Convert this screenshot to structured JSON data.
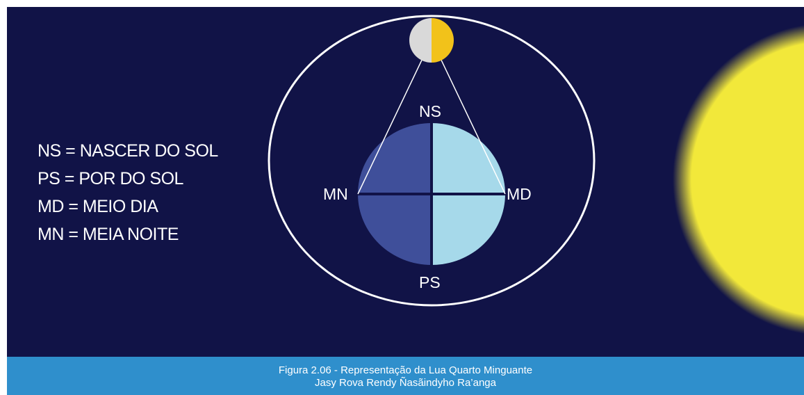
{
  "legend": {
    "items": [
      "NS = NASCER DO SOL",
      "PS = POR DO SOL",
      "MD = MEIO DIA",
      "MN = MEIA NOITE"
    ]
  },
  "diagram": {
    "labels": {
      "ns": "NS",
      "ps": "PS",
      "md": "MD",
      "mn": "MN"
    },
    "colors": {
      "background": "#111347",
      "orbit": "#ffffff",
      "earth_night": "#3f4f9a",
      "earth_day": "#a6d9ea",
      "moon_dark": "#d9d9d9",
      "moon_lit": "#f2c21a",
      "sun": "#f2e83a"
    }
  },
  "caption": {
    "line1": "Figura 2.06 - Representação da Lua Quarto Minguante",
    "line2": "Jasy Rova Rendy Ñasãindyho  Ra’anga"
  }
}
